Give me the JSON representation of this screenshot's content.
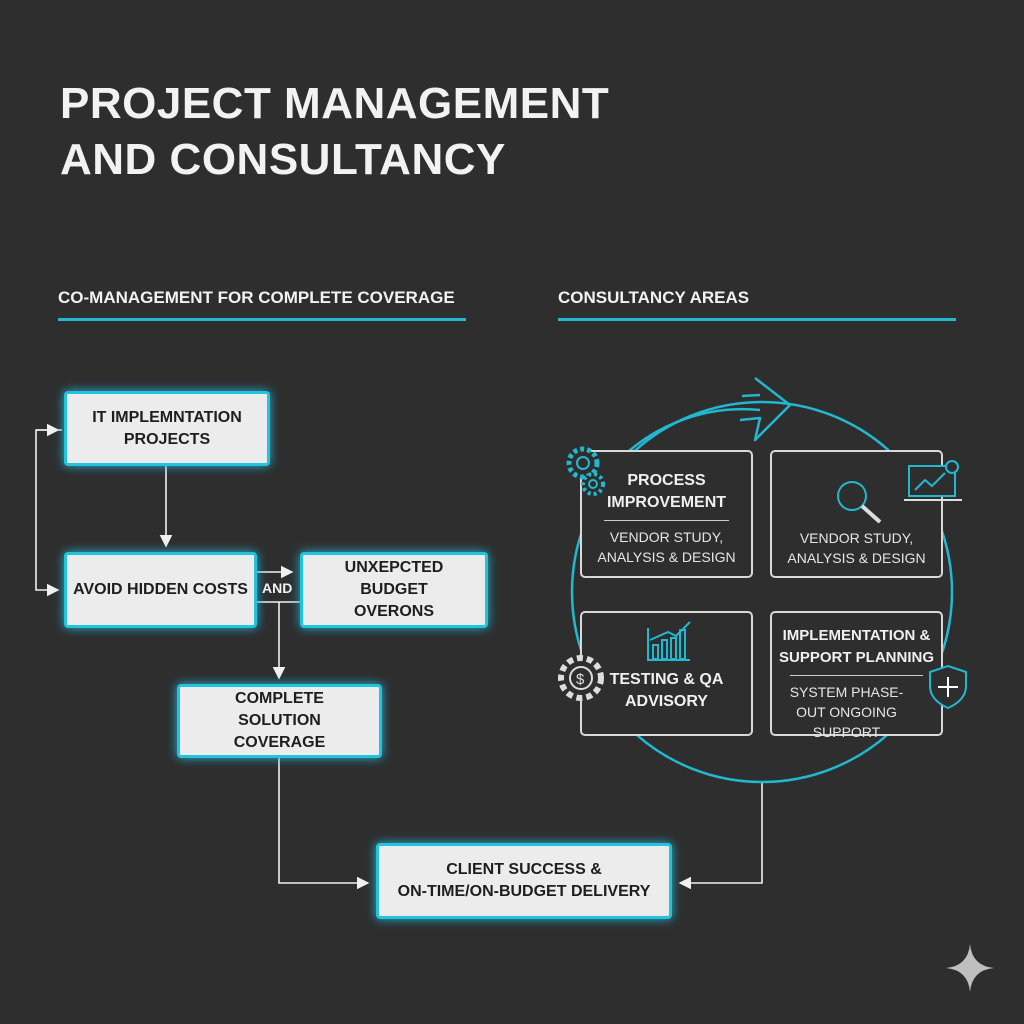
{
  "title": {
    "line1": "PROJECT MANAGEMENT",
    "line2": "AND CONSULTANCY"
  },
  "left": {
    "heading": "CO-MANAGEMENT FOR COMPLETE COVERAGE",
    "boxes": {
      "it": "IT IMPLEMNTATION PROJECTS",
      "avoid": "AVOID HIDDEN COSTS",
      "unexpected": "UNXEPCTED BUDGET OVERONS",
      "complete": "COMPLETE SOLUTION COVERAGE",
      "client_1": "CLIENT SUCCESS &",
      "client_2": "ON-TIME/ON-BUDGET DELIVERY"
    },
    "connector": "AND"
  },
  "right": {
    "heading": "CONSULTANCY AREAS",
    "cards": [
      {
        "title": "PROCESS IMPROVEMENT",
        "sub": "VENDOR STUDY, ANALYSIS & DESIGN"
      },
      {
        "title": "",
        "sub": "VENDOR STUDY, ANALYSIS & DESIGN"
      },
      {
        "title": "TESTING & QA ADVISORY",
        "sub": ""
      },
      {
        "title": "IMPLEMENTATION & SUPPORT PLANNING",
        "sub": "SYSTEM PHASE-OUT ONGOING SUPPORT"
      }
    ]
  },
  "colors": {
    "accent": "#22c3dc",
    "background": "#2e2e2f"
  }
}
